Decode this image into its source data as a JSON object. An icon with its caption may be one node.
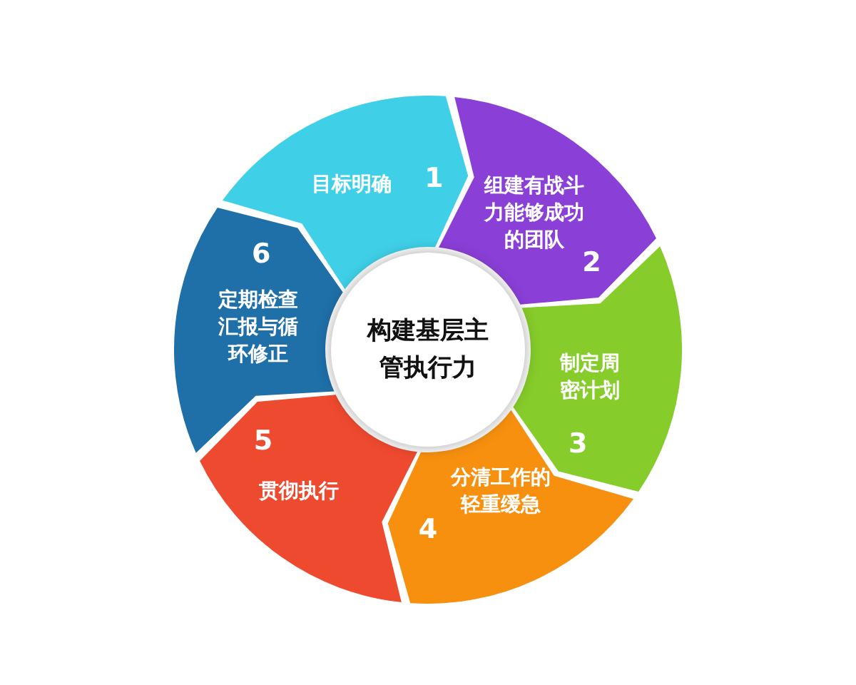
{
  "diagram": {
    "nodes": [
      {
        "text": [
          "构建基层主管执行力"
        ]
      },
      {
        "text": [
          "目标明确",
          "1"
        ]
      },
      {
        "text": [
          "组建有战斗力能够成功的团队",
          "2"
        ]
      },
      {
        "text": [
          "制定周密计划",
          "3"
        ]
      },
      {
        "text": [
          "分清工作的轻重缓急",
          "4"
        ]
      },
      {
        "text": [
          "5",
          "贯彻执行"
        ]
      },
      {
        "text": [
          "6",
          "定期检查汇报与循环修正"
        ]
      }
    ]
  }
}
